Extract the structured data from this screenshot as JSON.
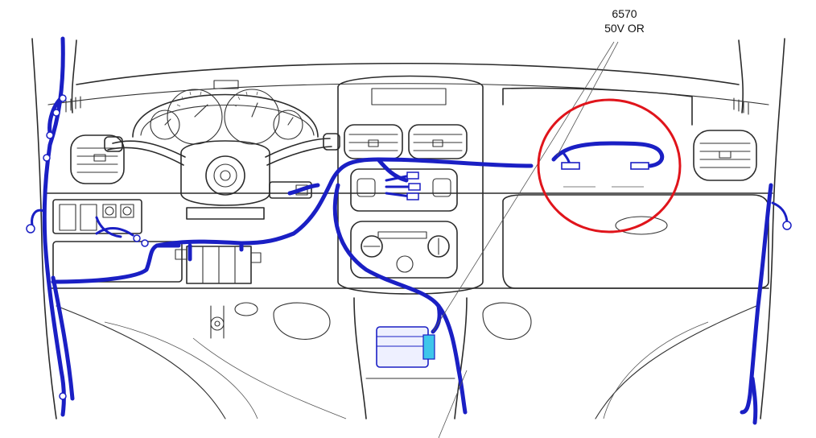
{
  "callout": {
    "line1": "6570",
    "line2": "50V OR"
  },
  "colors": {
    "harness": "#1a1fc4",
    "highlight_circle": "#e0141b",
    "ecu_accent": "#3ec6ea",
    "outline": "#2b2b2b"
  },
  "icons": {
    "highlight": "red-circle-highlight",
    "connector": "harness-connector-icon"
  }
}
